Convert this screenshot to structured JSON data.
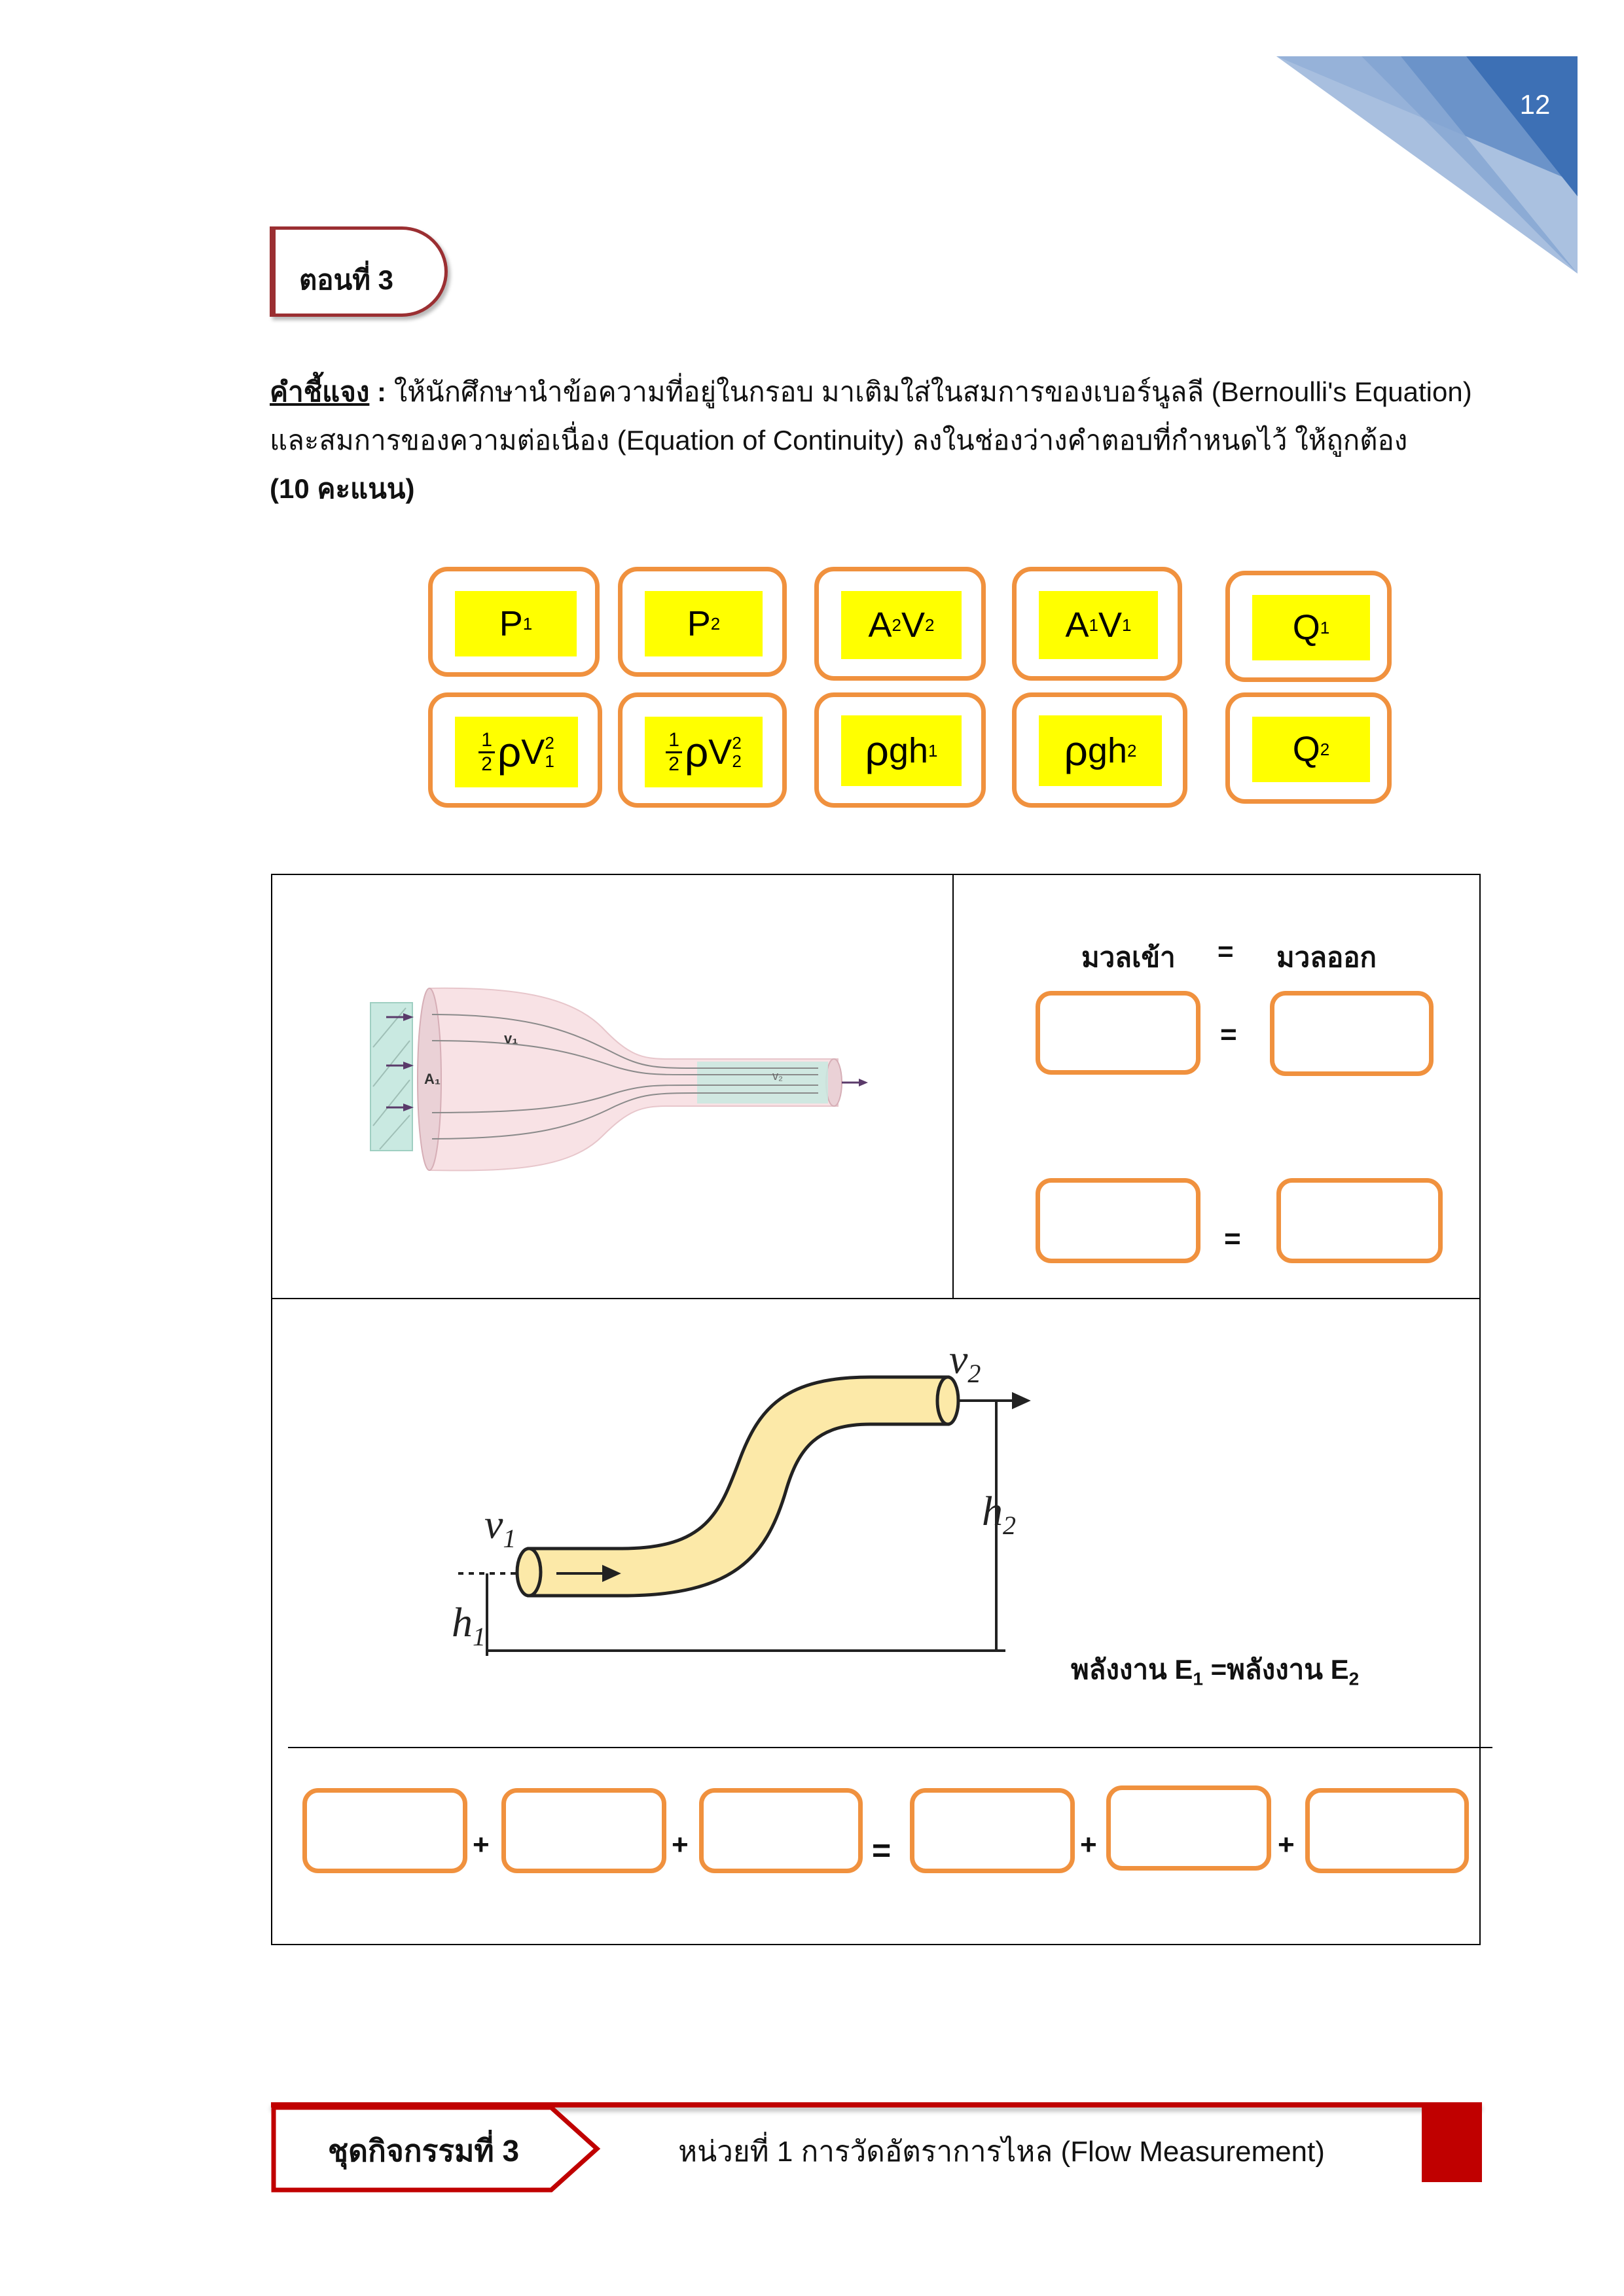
{
  "page": {
    "number": "12"
  },
  "part": {
    "label": "ตอนที่ 3"
  },
  "instructions": {
    "lead": "คำชี้แจง",
    "colon": " :",
    "line1_rest": "  ให้นักศึกษานำข้อความที่อยู่ในกรอบ มาเติมใส่ในสมการของเบอร์นูลลี (Bernoulli's Equation)",
    "line2": "และสมการของความต่อเนื่อง (Equation of Continuity) ลงในช่องว่างคำตอบที่กำหนดไว้   ให้ถูกต้อง",
    "score": "(10 คะแนน)"
  },
  "terms": {
    "p1": {
      "base": "P",
      "sub": "1"
    },
    "p2": {
      "base": "P",
      "sub": "2"
    },
    "a2v2": {
      "a": "A",
      "a_sub": "2",
      "v": "V",
      "v_sub": "2"
    },
    "a1v1": {
      "a": "A",
      "a_sub": "1",
      "v": "V",
      "v_sub": "1"
    },
    "q1": {
      "base": "Q",
      "sub": "1"
    },
    "half_rho_v1": {
      "num": "1",
      "den": "2",
      "rho": "ρ",
      "v": "V",
      "sub": "1",
      "sup": "2"
    },
    "half_rho_v2": {
      "num": "1",
      "den": "2",
      "rho": "ρ",
      "v": "V",
      "sub": "2",
      "sup": "2"
    },
    "rho_g_h1": {
      "rho": "ρ",
      "gh": "gh",
      "sub": "1"
    },
    "rho_g_h2": {
      "rho": "ρ",
      "gh": "gh",
      "sub": "2"
    },
    "q2": {
      "base": "Q",
      "sub": "2"
    }
  },
  "continuity": {
    "mass_in": "มวลเข้า",
    "equals": "=",
    "mass_out": "มวลออก",
    "figure_labels": {
      "v1": "v₁",
      "a1": "A₁",
      "v2": "v₂"
    }
  },
  "bernoulli": {
    "energy_label_prefix": "พลังงาน E",
    "energy_label_sub1": "1",
    "energy_label_mid": " =พลังงาน E",
    "energy_label_sub2": "2",
    "figure_labels": {
      "v1": "v",
      "v1_sub": "1",
      "v2": "v",
      "v2_sub": "2",
      "h1": "h",
      "h1_sub": "1",
      "h2": "h",
      "h2_sub": "2"
    },
    "plus": "+",
    "equals": "="
  },
  "footer": {
    "activity": "ชุดกิจกรรมที่ 3",
    "unit": "หน่วยที่ 1 การวัดอัตราการไหล (Flow Measurement)"
  },
  "colors": {
    "accent_orange": "#f0913e",
    "highlight_yellow": "#ffff00",
    "footer_red": "#c00000",
    "tab_border": "#9b2f32",
    "corner_blue": "#4a7bbd"
  }
}
